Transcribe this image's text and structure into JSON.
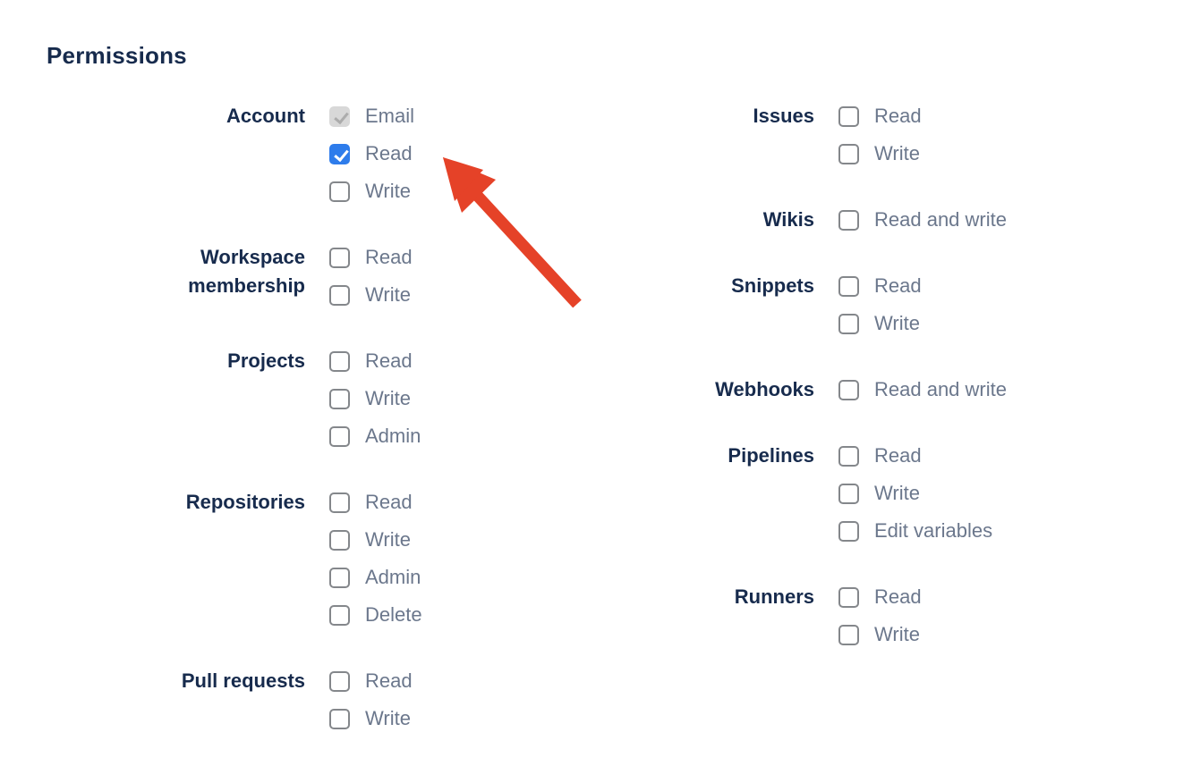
{
  "title": "Permissions",
  "colors": {
    "heading": "#172B4D",
    "group_label": "#172B4D",
    "item_label": "#6B778C",
    "checkbox_border": "#84878B",
    "checkbox_checked_bg": "#2E7CEB",
    "checkbox_disabled_bg": "#D8D8D8",
    "checkbox_disabled_check": "#ACACAC",
    "arrow": "#E54228"
  },
  "columns": [
    {
      "groups": [
        {
          "label": "Account",
          "items": [
            {
              "label": "Email",
              "state": "checked-disabled"
            },
            {
              "label": "Read",
              "state": "checked"
            },
            {
              "label": "Write",
              "state": "unchecked"
            }
          ]
        },
        {
          "label": "Workspace membership",
          "items": [
            {
              "label": "Read",
              "state": "unchecked"
            },
            {
              "label": "Write",
              "state": "unchecked"
            }
          ]
        },
        {
          "label": "Projects",
          "items": [
            {
              "label": "Read",
              "state": "unchecked"
            },
            {
              "label": "Write",
              "state": "unchecked"
            },
            {
              "label": "Admin",
              "state": "unchecked"
            }
          ]
        },
        {
          "label": "Repositories",
          "items": [
            {
              "label": "Read",
              "state": "unchecked"
            },
            {
              "label": "Write",
              "state": "unchecked"
            },
            {
              "label": "Admin",
              "state": "unchecked"
            },
            {
              "label": "Delete",
              "state": "unchecked"
            }
          ]
        },
        {
          "label": "Pull requests",
          "items": [
            {
              "label": "Read",
              "state": "unchecked"
            },
            {
              "label": "Write",
              "state": "unchecked"
            }
          ]
        }
      ]
    },
    {
      "groups": [
        {
          "label": "Issues",
          "items": [
            {
              "label": "Read",
              "state": "unchecked"
            },
            {
              "label": "Write",
              "state": "unchecked"
            }
          ]
        },
        {
          "label": "Wikis",
          "items": [
            {
              "label": "Read and write",
              "state": "unchecked"
            }
          ]
        },
        {
          "label": "Snippets",
          "items": [
            {
              "label": "Read",
              "state": "unchecked"
            },
            {
              "label": "Write",
              "state": "unchecked"
            }
          ]
        },
        {
          "label": "Webhooks",
          "items": [
            {
              "label": "Read and write",
              "state": "unchecked"
            }
          ]
        },
        {
          "label": "Pipelines",
          "items": [
            {
              "label": "Read",
              "state": "unchecked"
            },
            {
              "label": "Write",
              "state": "unchecked"
            },
            {
              "label": "Edit variables",
              "state": "unchecked"
            }
          ]
        },
        {
          "label": "Runners",
          "items": [
            {
              "label": "Read",
              "state": "unchecked"
            },
            {
              "label": "Write",
              "state": "unchecked"
            }
          ]
        }
      ]
    }
  ]
}
